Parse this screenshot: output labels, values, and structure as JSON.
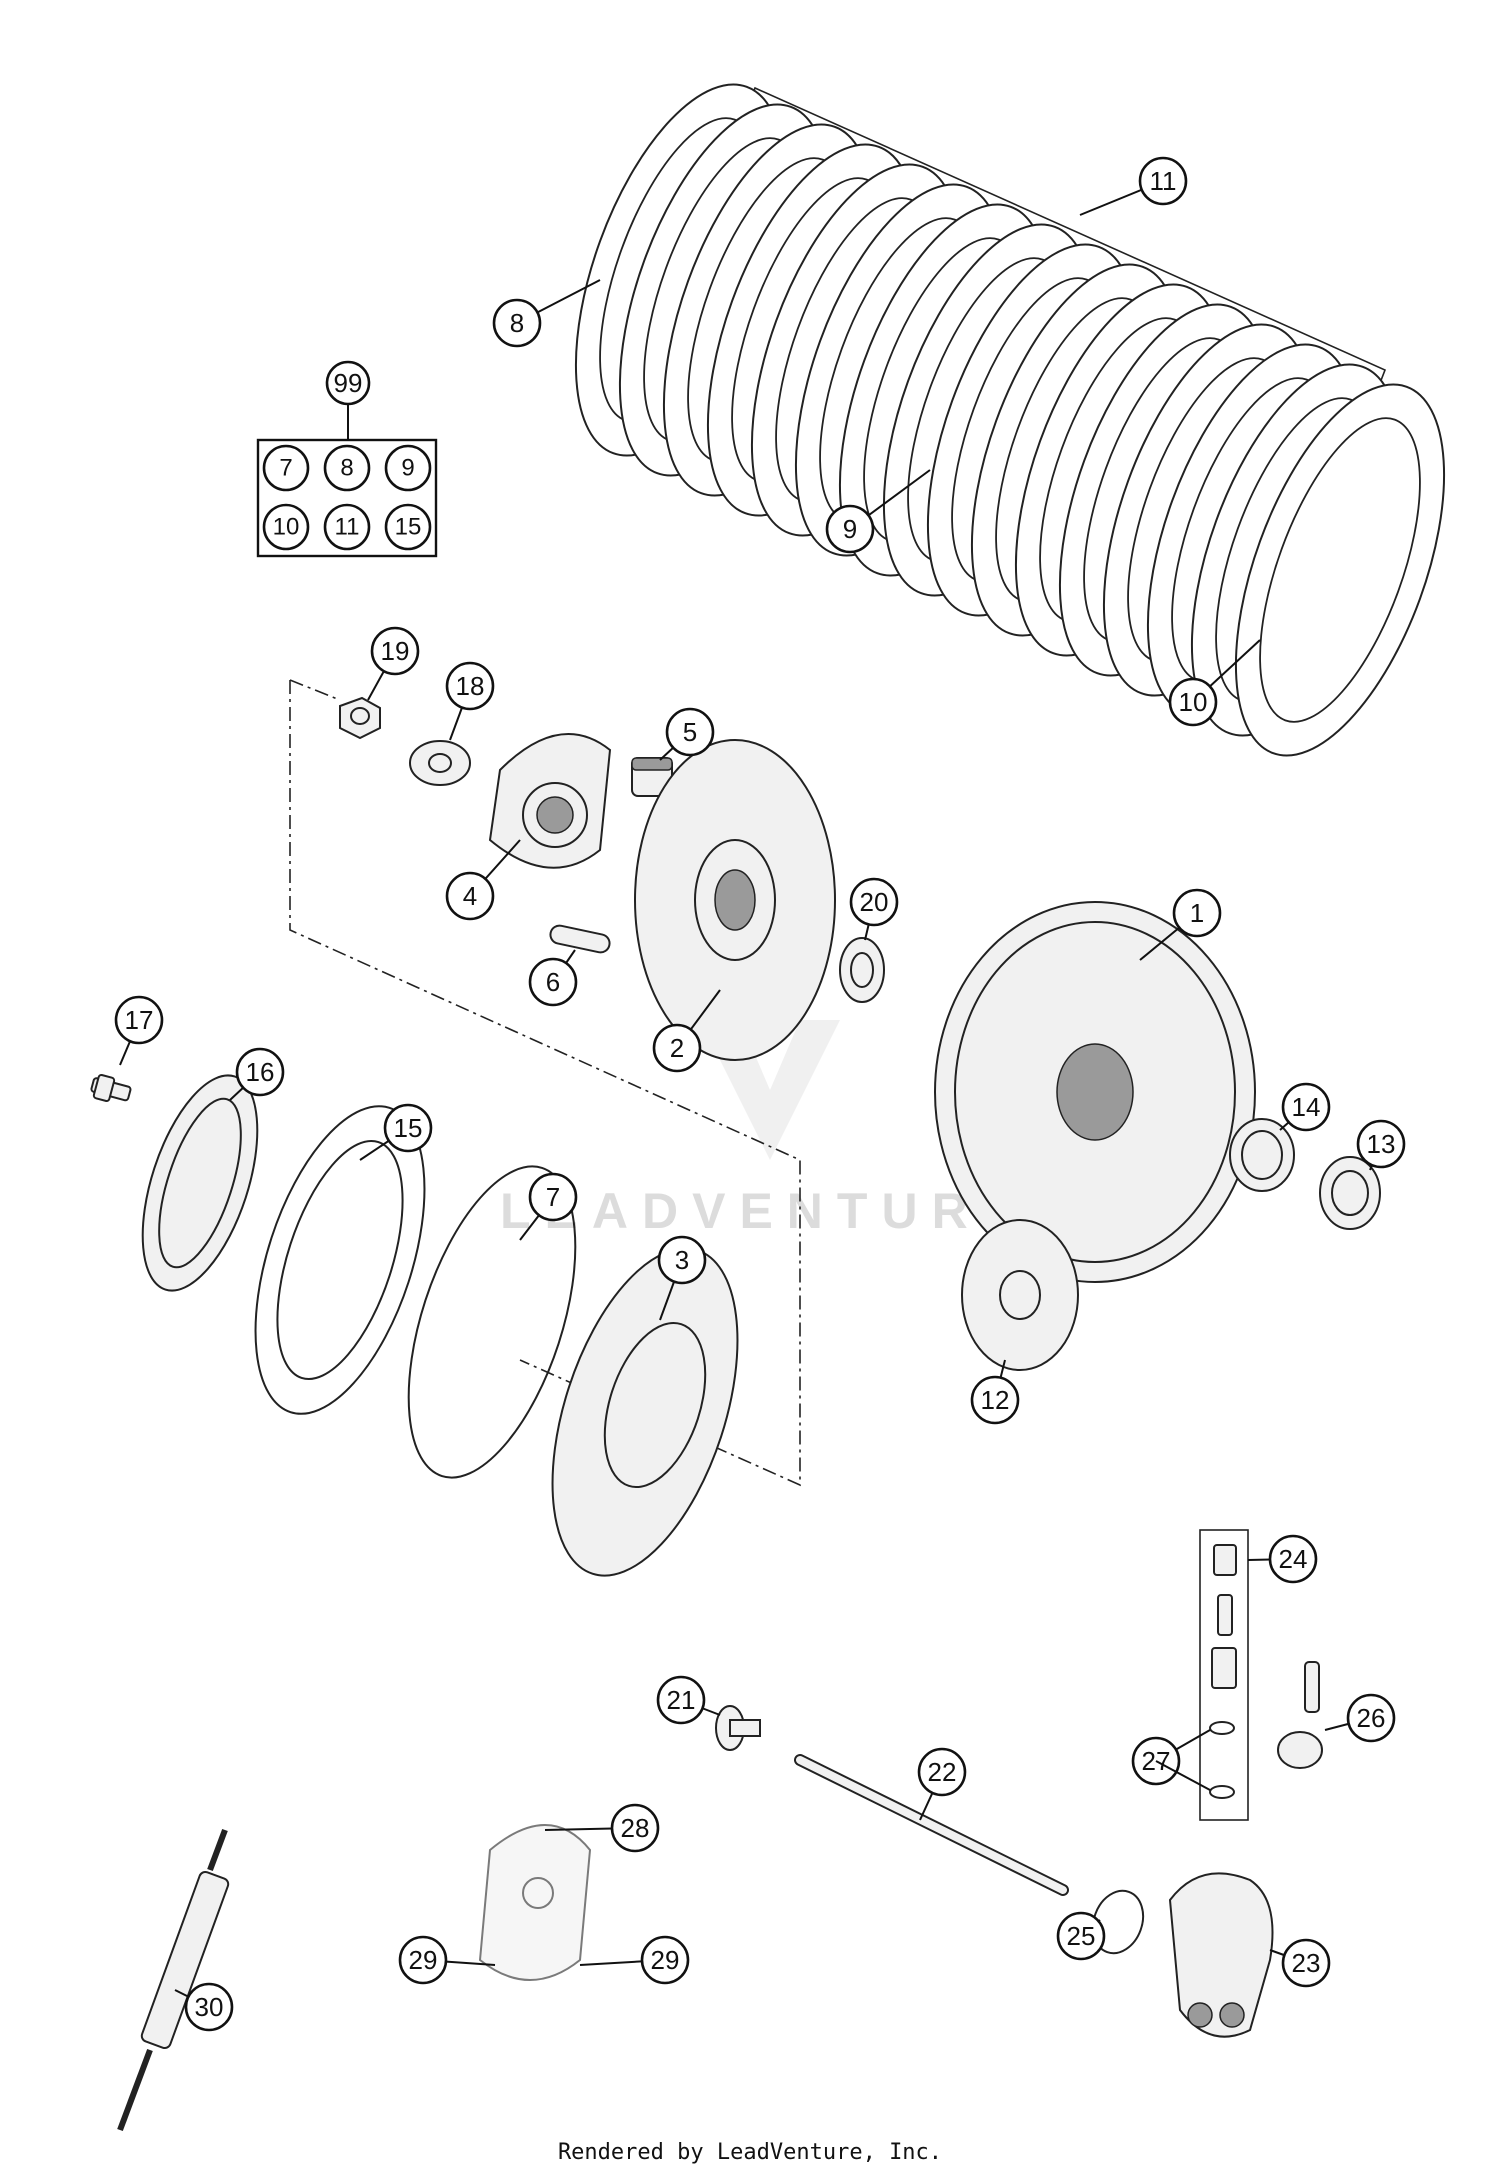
{
  "watermark": "LEADVENTURE",
  "footer": "Rendered by LeadVenture, Inc.",
  "kit": {
    "label": "99",
    "contents": [
      "7",
      "8",
      "9",
      "10",
      "11",
      "15"
    ]
  },
  "callouts": [
    "1",
    "2",
    "3",
    "4",
    "5",
    "6",
    "7",
    "8",
    "9",
    "10",
    "11",
    "12",
    "13",
    "14",
    "15",
    "16",
    "17",
    "18",
    "19",
    "20",
    "21",
    "22",
    "23",
    "24",
    "25",
    "26",
    "27",
    "28",
    "29",
    "29",
    "30"
  ]
}
